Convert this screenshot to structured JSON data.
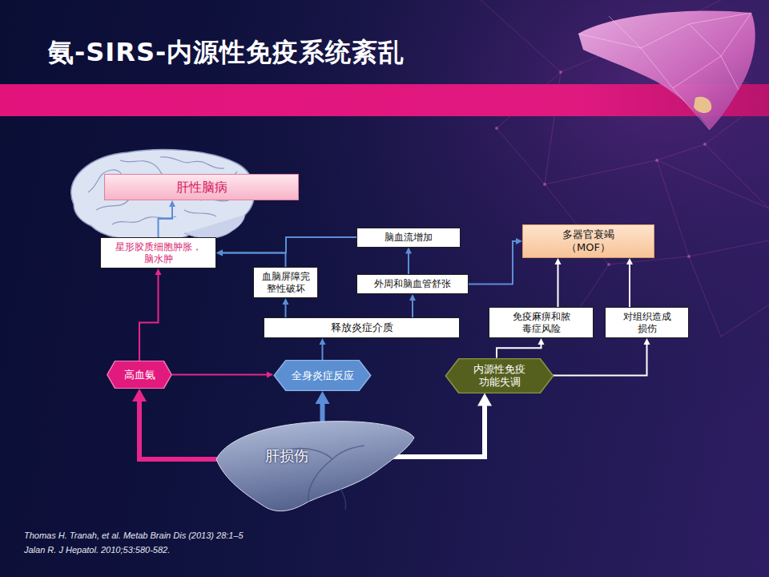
{
  "diagram": {
    "title": "氨-SIRS-内源性免疫系统紊乱",
    "nodes": [
      {
        "text": [
          "肝性脑病"
        ]
      },
      {
        "text": [
          "星形胶质细胞肿胀，脑水肿"
        ]
      },
      {
        "text": [
          "脑血流增加"
        ]
      },
      {
        "text": [
          "血脑屏障完整性破坏"
        ]
      },
      {
        "text": [
          "外周和脑血管舒张"
        ]
      },
      {
        "text": [
          "释放炎症介质"
        ]
      },
      {
        "text": [
          "多器官衰竭 （MOF）"
        ]
      },
      {
        "text": [
          "免疫麻痹和脓毒症风险"
        ]
      },
      {
        "text": [
          "对组织造成损伤"
        ]
      },
      {
        "text": [
          "高血氨"
        ]
      },
      {
        "text": [
          "全身炎症反应"
        ]
      },
      {
        "text": [
          "内源性免疫功能失调"
        ]
      },
      {
        "text": [
          "肝损伤"
        ]
      }
    ],
    "edges": [
      {
        "from": 12,
        "to": 9,
        "arrow": "to"
      },
      {
        "from": 12,
        "to": 10,
        "arrow": "to"
      },
      {
        "from": 12,
        "to": 11,
        "arrow": "to"
      },
      {
        "from": 9,
        "to": 10,
        "arrow": "to"
      },
      {
        "from": 9,
        "to": 1,
        "arrow": "to"
      },
      {
        "from": 1,
        "to": 0,
        "arrow": "to"
      },
      {
        "from": 10,
        "to": 5,
        "arrow": "to"
      },
      {
        "from": 5,
        "to": 3,
        "arrow": "to"
      },
      {
        "from": 5,
        "to": 4,
        "arrow": "to"
      },
      {
        "from": 4,
        "to": 2,
        "arrow": "to"
      },
      {
        "from": 3,
        "to": 1,
        "arrow": "to"
      },
      {
        "from": 2,
        "to": 1,
        "arrow": "to"
      },
      {
        "from": 4,
        "to": 6,
        "arrow": "to"
      },
      {
        "from": 11,
        "to": 7,
        "arrow": "to"
      },
      {
        "from": 11,
        "to": 8,
        "arrow": "to"
      },
      {
        "from": 7,
        "to": 6,
        "arrow": "to"
      },
      {
        "from": 8,
        "to": 6,
        "arrow": "to"
      }
    ],
    "labels": [
      "Thomas H. Tranah, et al. Metab Brain Dis (2013) 28:1–5",
      "Jalan R. J Hepatol. 2010;53:580-582."
    ]
  }
}
